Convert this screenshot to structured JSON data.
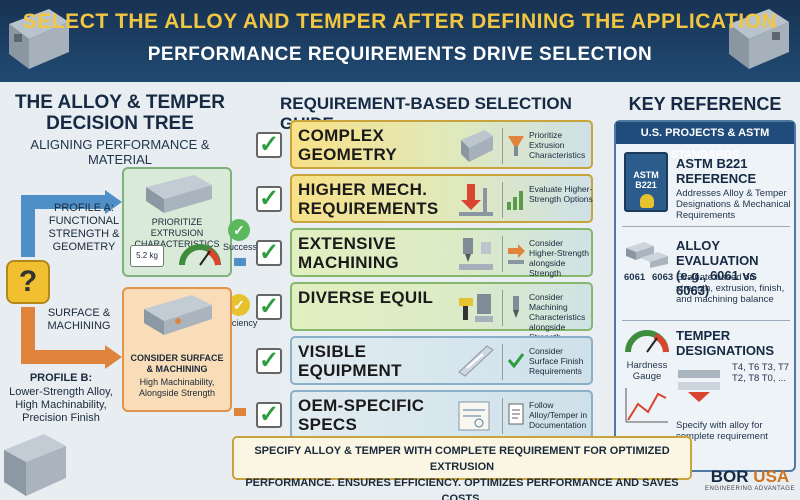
{
  "header": {
    "title": "SELECT THE ALLOY AND TEMPER AFTER DEFINING THE APPLICATION",
    "subtitle": "PERFORMANCE REQUIREMENTS DRIVE SELECTION"
  },
  "left": {
    "title_line1": "THE ALLOY & TEMPER",
    "title_line2": "DECISION TREE",
    "subtitle": "ALIGNING PERFORMANCE & MATERIAL",
    "question": "?",
    "profile_a": "PROFILE A: FUNCTIONAL STRENGTH & GEOMETRY",
    "surface": "SURFACE & MACHINING",
    "profile_b_title": "PROFILE B:",
    "profile_b_desc": "Lower-Strength Alloy, High Machinability, Precision Finish",
    "green_box_text": "PRIORITIZE EXTRUSION CHARACTERISTICS",
    "weight": "5.2 kg",
    "success": "Success",
    "efficiency": "Efficiency",
    "orange_box_title": "CONSIDER SURFACE & MACHINING",
    "orange_box_desc": "High Machinability, Alongside Strength"
  },
  "middle": {
    "title": "REQUIREMENT-BASED SELECTION GUIDE",
    "rows": [
      {
        "title": "COMPLEX GEOMETRY",
        "desc": "Prioritize Extrusion Characteristics"
      },
      {
        "title": "HIGHER MECH. REQUIREMENTS",
        "desc": "Evaluate Higher-Strength Options"
      },
      {
        "title": "EXTENSIVE MACHINING",
        "desc": "Consider Higher-Strength alongside Strength"
      },
      {
        "title": "DIVERSE EQUIL",
        "desc": "Consider Machining Characteristics alongside Strength"
      },
      {
        "title": "VISIBLE EQUIPMENT",
        "desc": "Consider Surface Finish Requirements"
      },
      {
        "title": "OEM-SPECIFIC SPECS",
        "desc": "Follow Alloy/Temper in Documentation"
      }
    ]
  },
  "right": {
    "title": "KEY REFERENCE",
    "box_header": "U.S. PROJECTS & ASTM STANDARDS",
    "book_label": "ASTM B221",
    "astm_title": "ASTM B221 REFERENCE",
    "astm_text": "Addresses Alloy & Temper Designations & Mechanical Requirements",
    "alloy_title": "ALLOY EVALUATION (e.g., 6061 vs 6063)",
    "alloy_a": "6061",
    "alloy_b": "6063",
    "alloy_text": "Evaluate based on strength, extrusion, finish, and machining balance",
    "temper_title": "TEMPER DESIGNATIONS",
    "gauge_label": "Hardness Gauge",
    "tempers": "T4, T6 T3, T7 T2, T8 T0, ...",
    "temper_text": "Specify with alloy for complete requirement"
  },
  "banner": {
    "line1": "SPECIFY ALLOY & TEMPER WITH COMPLETE REQUIREMENT FOR OPTIMIZED EXTRUSION",
    "line2": "PERFORMANCE. ENSURES EFFICIENCY. OPTIMIZES PERFORMANCE AND SAVES COSTS."
  },
  "logo": {
    "name_a": "BOR",
    "name_b": "USA",
    "tagline": "ENGINEERING ADVANTAGE"
  }
}
